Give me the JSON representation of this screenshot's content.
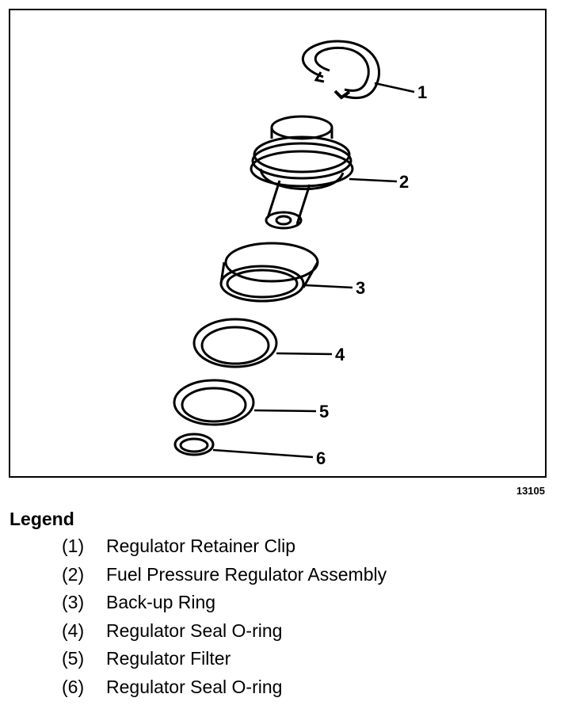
{
  "figure": {
    "number": "13105",
    "callouts": [
      "1",
      "2",
      "3",
      "4",
      "5",
      "6"
    ]
  },
  "legend": {
    "title": "Legend",
    "items": [
      {
        "num": "(1)",
        "label": "Regulator Retainer Clip"
      },
      {
        "num": "(2)",
        "label": "Fuel Pressure Regulator Assembly"
      },
      {
        "num": "(3)",
        "label": "Back-up Ring"
      },
      {
        "num": "(4)",
        "label": "Regulator Seal O-ring"
      },
      {
        "num": "(5)",
        "label": "Regulator Filter"
      },
      {
        "num": "(6)",
        "label": "Regulator Seal O-ring"
      }
    ]
  }
}
